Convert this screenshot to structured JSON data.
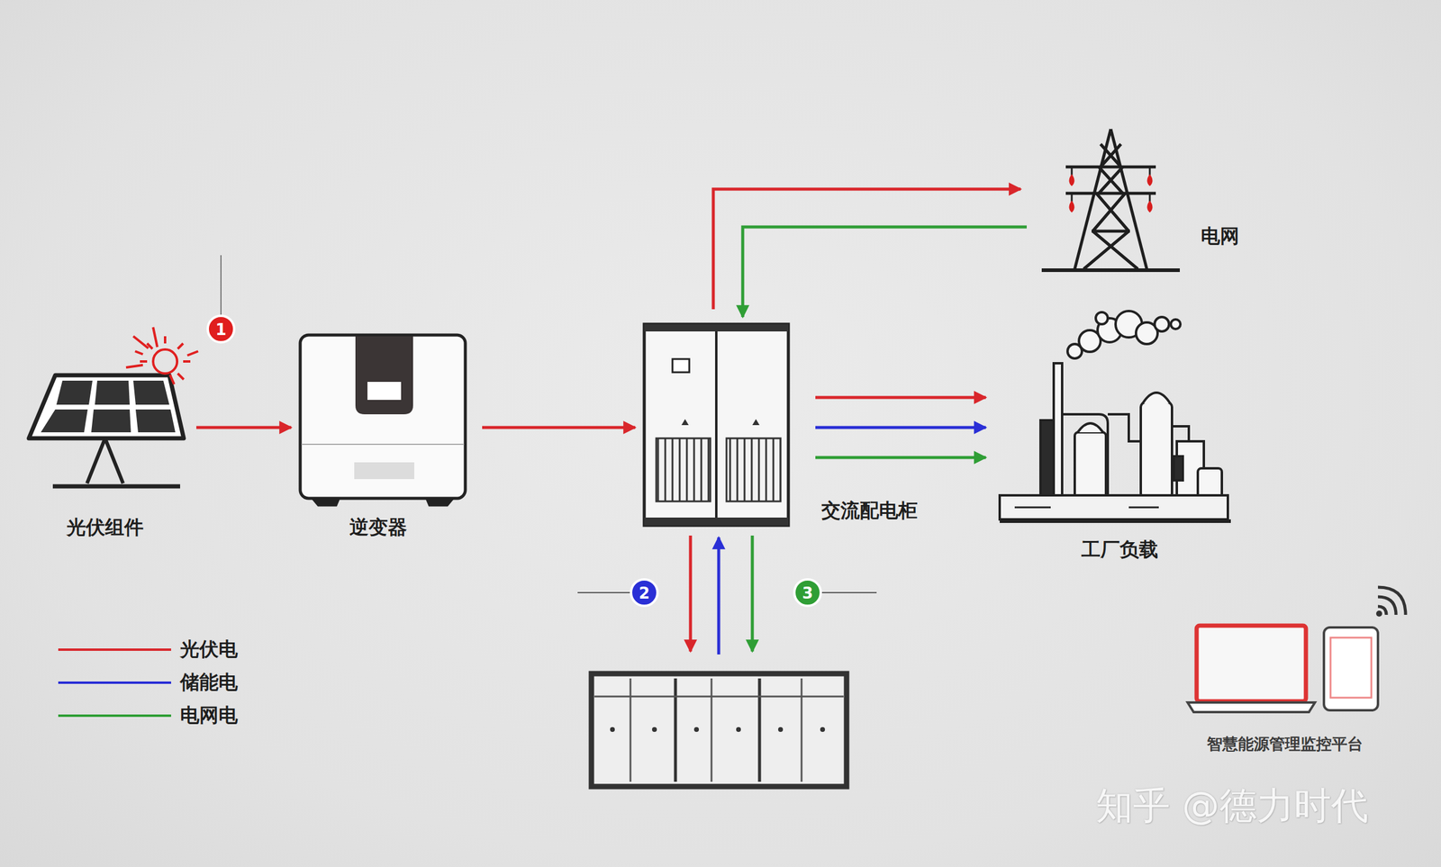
{
  "diagram": {
    "nodes": [
      {
        "text": [
          "光伏组件"
        ]
      },
      {
        "text": [
          "逆变器"
        ]
      },
      {
        "text": [
          "交流配电柜"
        ]
      },
      {
        "text": [
          "电网"
        ]
      },
      {
        "text": [
          "工厂负载"
        ]
      },
      {
        "text": [
          "智慧能源管理监控平台"
        ]
      }
    ],
    "edges": [
      {
        "from": 0,
        "to": 1,
        "arrow": "to"
      },
      {
        "from": 1,
        "to": 2,
        "arrow": "to"
      },
      {
        "from": 2,
        "to": 3,
        "arrow": "to"
      },
      {
        "from": 3,
        "to": 2,
        "arrow": "to"
      },
      {
        "from": 2,
        "to": 4,
        "arrow": "to"
      },
      {
        "from": 2,
        "to": 4,
        "arrow": "to"
      },
      {
        "from": 2,
        "to": 4,
        "arrow": "to"
      }
    ],
    "labels": [
      "1",
      "2",
      "3",
      "知乎 @德力时代"
    ],
    "legend": [
      {
        "text": "光伏电",
        "color": "#d9262b"
      },
      {
        "text": "储能电",
        "color": "#2a2fd6"
      },
      {
        "text": "电网电",
        "color": "#2f9e35"
      }
    ]
  }
}
